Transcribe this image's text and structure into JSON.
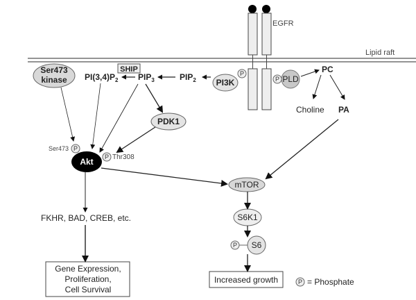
{
  "receptor": {
    "label": "EGFR"
  },
  "membrane": {
    "label": "Lipid raft"
  },
  "nodes": {
    "ser473_kinase": [
      "Ser473",
      "kinase"
    ],
    "pi34p2": "PI(3,4)P",
    "pi34p2_sub": "2",
    "ship": "SHIP",
    "pip3": "PIP",
    "pip3_sub": "3",
    "pip2": "PIP",
    "pip2_sub": "2",
    "pi3k": "PI3K",
    "pld": "PLD",
    "pc": "PC",
    "choline": "Choline",
    "pa": "PA",
    "pdk1": "PDK1",
    "akt": "Akt",
    "ser473_site": "Ser473",
    "thr308_site": "Thr308",
    "mtor": "mTOR",
    "s6k1": "S6K1",
    "s6": "S6",
    "fkhr": "FKHR, BAD, CREB, etc.",
    "gene_box": [
      "Gene Expression,",
      "Proliferation,",
      "Cell Survival"
    ],
    "growth_box": "Increased growth"
  },
  "phosphate": {
    "symbol": "P",
    "legend": "= Phosphate"
  },
  "colors": {
    "node_fill": "#e4e4e4",
    "node_dark_fill": "#c8c8c8",
    "akt_fill": "#000000",
    "line": "#222222"
  }
}
